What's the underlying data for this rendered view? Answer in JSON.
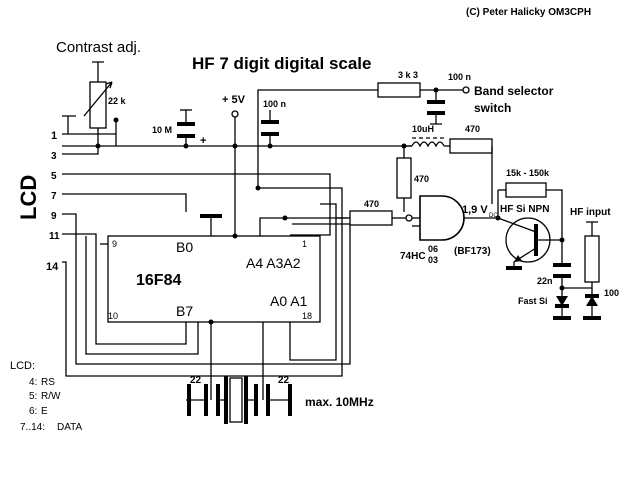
{
  "copyright": "(C) Peter Halicky OM3CPH",
  "title": "HF 7 digit digital scale",
  "labels": {
    "contrast": "Contrast adj.",
    "plus5v": "+ 5V",
    "band_selector_1": "Band selector",
    "band_selector_2": "switch",
    "lcd": "LCD",
    "hf_input": "HF input",
    "hf_si_npn": "HF Si NPN",
    "transistor_type": "(BF173)",
    "gate_prefix": "74HC",
    "gate_top": "06",
    "gate_bot": "03",
    "voltage_main": "1,9 V",
    "voltage_sub": "DC",
    "fast_si": "Fast Si",
    "max_freq": "max. 10MHz",
    "plus_sign": "+"
  },
  "components": {
    "pot_22k": "22 k",
    "cap_10m": "10 M",
    "cap_100n_a": "100 n",
    "cap_100n_b": "100 n",
    "res_3k3": "3 k 3",
    "ind_10uh": "10uH",
    "res_470_a": "470",
    "res_470_b": "470",
    "res_470_c": "470",
    "res_15k": "15k - 150k",
    "cap_22n": "22n",
    "res_100": "100",
    "cap_22_a": "22",
    "cap_22_b": "22"
  },
  "ic": {
    "name": "16F84",
    "b0": "B0",
    "b7": "B7",
    "a4a3a2": "A4 A3A2",
    "a0a1": "A0 A1",
    "pin1": "1",
    "pin9": "9",
    "pin10": "10",
    "pin18": "18"
  },
  "lcd_pins": [
    "1",
    "3",
    "5",
    "7",
    "9",
    "11",
    "14"
  ],
  "legend": {
    "title": "LCD:",
    "items": [
      {
        "pin": "4:",
        "name": "RS"
      },
      {
        "pin": "5:",
        "name": "R/W"
      },
      {
        "pin": "6:",
        "name": "E"
      },
      {
        "pin": "7..14:",
        "name": "DATA"
      }
    ]
  }
}
